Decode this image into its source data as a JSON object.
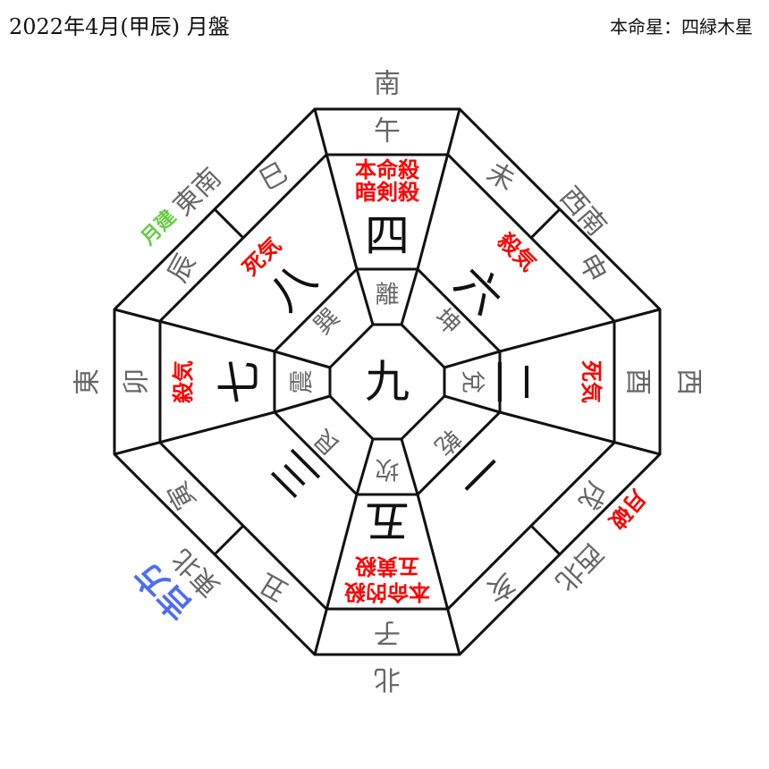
{
  "header": {
    "title": "2022年4月(甲辰) 月盤",
    "honmei": "本命星：四緑木星"
  },
  "directions": {
    "s": "南",
    "sw": "西南",
    "w": "西",
    "nw": "西北",
    "n": "北",
    "ne": "東北",
    "e": "東",
    "se": "東南"
  },
  "branches": {
    "uma": "午",
    "hitsuji": "未",
    "saru": "申",
    "tori": "酉",
    "inu": "戌",
    "i": "亥",
    "ne": "子",
    "ushi": "丑",
    "tora": "寅",
    "u": "卯",
    "tatsu": "辰",
    "mi": "巳"
  },
  "trigrams": {
    "s": "離",
    "sw": "坤",
    "w": "兌",
    "nw": "乾",
    "n": "坎",
    "ne": "艮",
    "e": "震",
    "se": "巽"
  },
  "stars": {
    "center": "九",
    "s": "四",
    "sw": "六",
    "w": "二",
    "nw": "一",
    "n": "五",
    "ne": "三",
    "e": "七",
    "se": "八"
  },
  "marks": {
    "s1": "本命殺",
    "s2": "暗剣殺",
    "n1": "五黄殺",
    "n2": "本命的殺",
    "se": "死気",
    "sw": "殺気",
    "e": "殺気",
    "w": "死気",
    "getsuken": "月建",
    "geppa": "月破",
    "kippo": "吉方"
  },
  "colors": {
    "red": "#ff0000",
    "green": "#66cc44",
    "blue": "#4d6cf5",
    "gray": "#666666"
  }
}
